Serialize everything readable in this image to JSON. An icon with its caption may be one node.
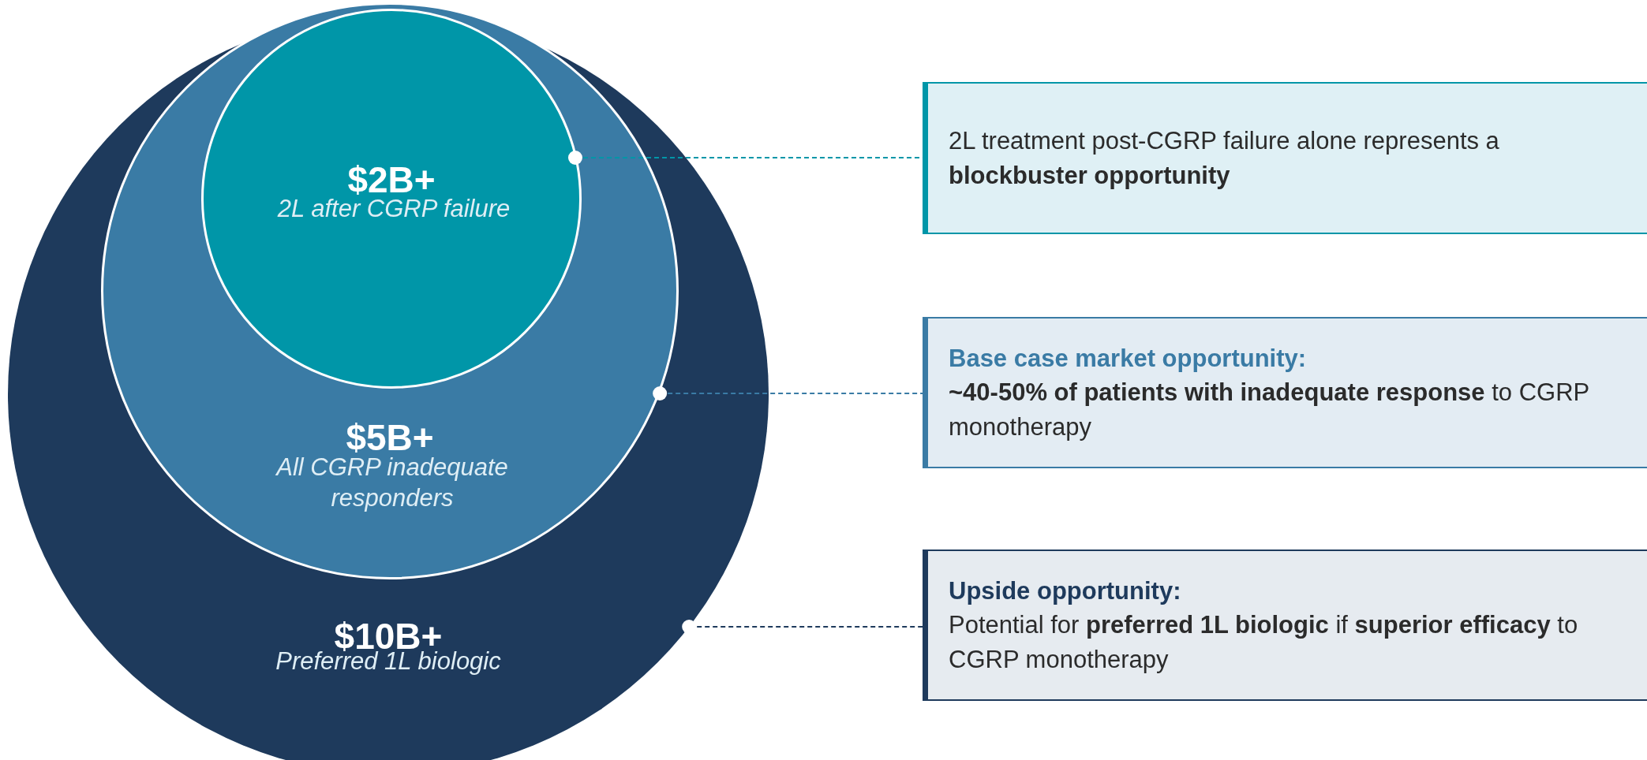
{
  "diagram": {
    "nodes": [
      {
        "text": [
          "$10B+",
          "Preferred 1L biologic"
        ]
      },
      {
        "text": [
          "$5B+",
          "All CGRP inadequate responders"
        ],
        "in": 0
      },
      {
        "text": [
          "$2B+",
          "2L after CGRP failure"
        ],
        "in": 1
      },
      {
        "text": [
          "2L treatment post-CGRP failure alone represents a **blockbuster opportunity**"
        ]
      },
      {
        "text": [
          "Base case market opportunity:",
          "**~40-50% of patients with inadequate response** to CGRP monotherapy"
        ]
      },
      {
        "text": [
          "Upside opportunity:",
          "Potential for **preferred 1L biologic** if **superior efficacy** to CGRP monotherapy"
        ]
      }
    ],
    "edges": [
      {
        "from": 2,
        "to": 3,
        "arrow": "other",
        "style": "dashed",
        "color": "#0096a8"
      },
      {
        "from": 1,
        "to": 4,
        "arrow": "other",
        "style": "dashed",
        "color": "#3a7ba5"
      },
      {
        "from": 0,
        "to": 5,
        "arrow": "other",
        "style": "dashed",
        "color": "#1e3a5c"
      }
    ]
  }
}
